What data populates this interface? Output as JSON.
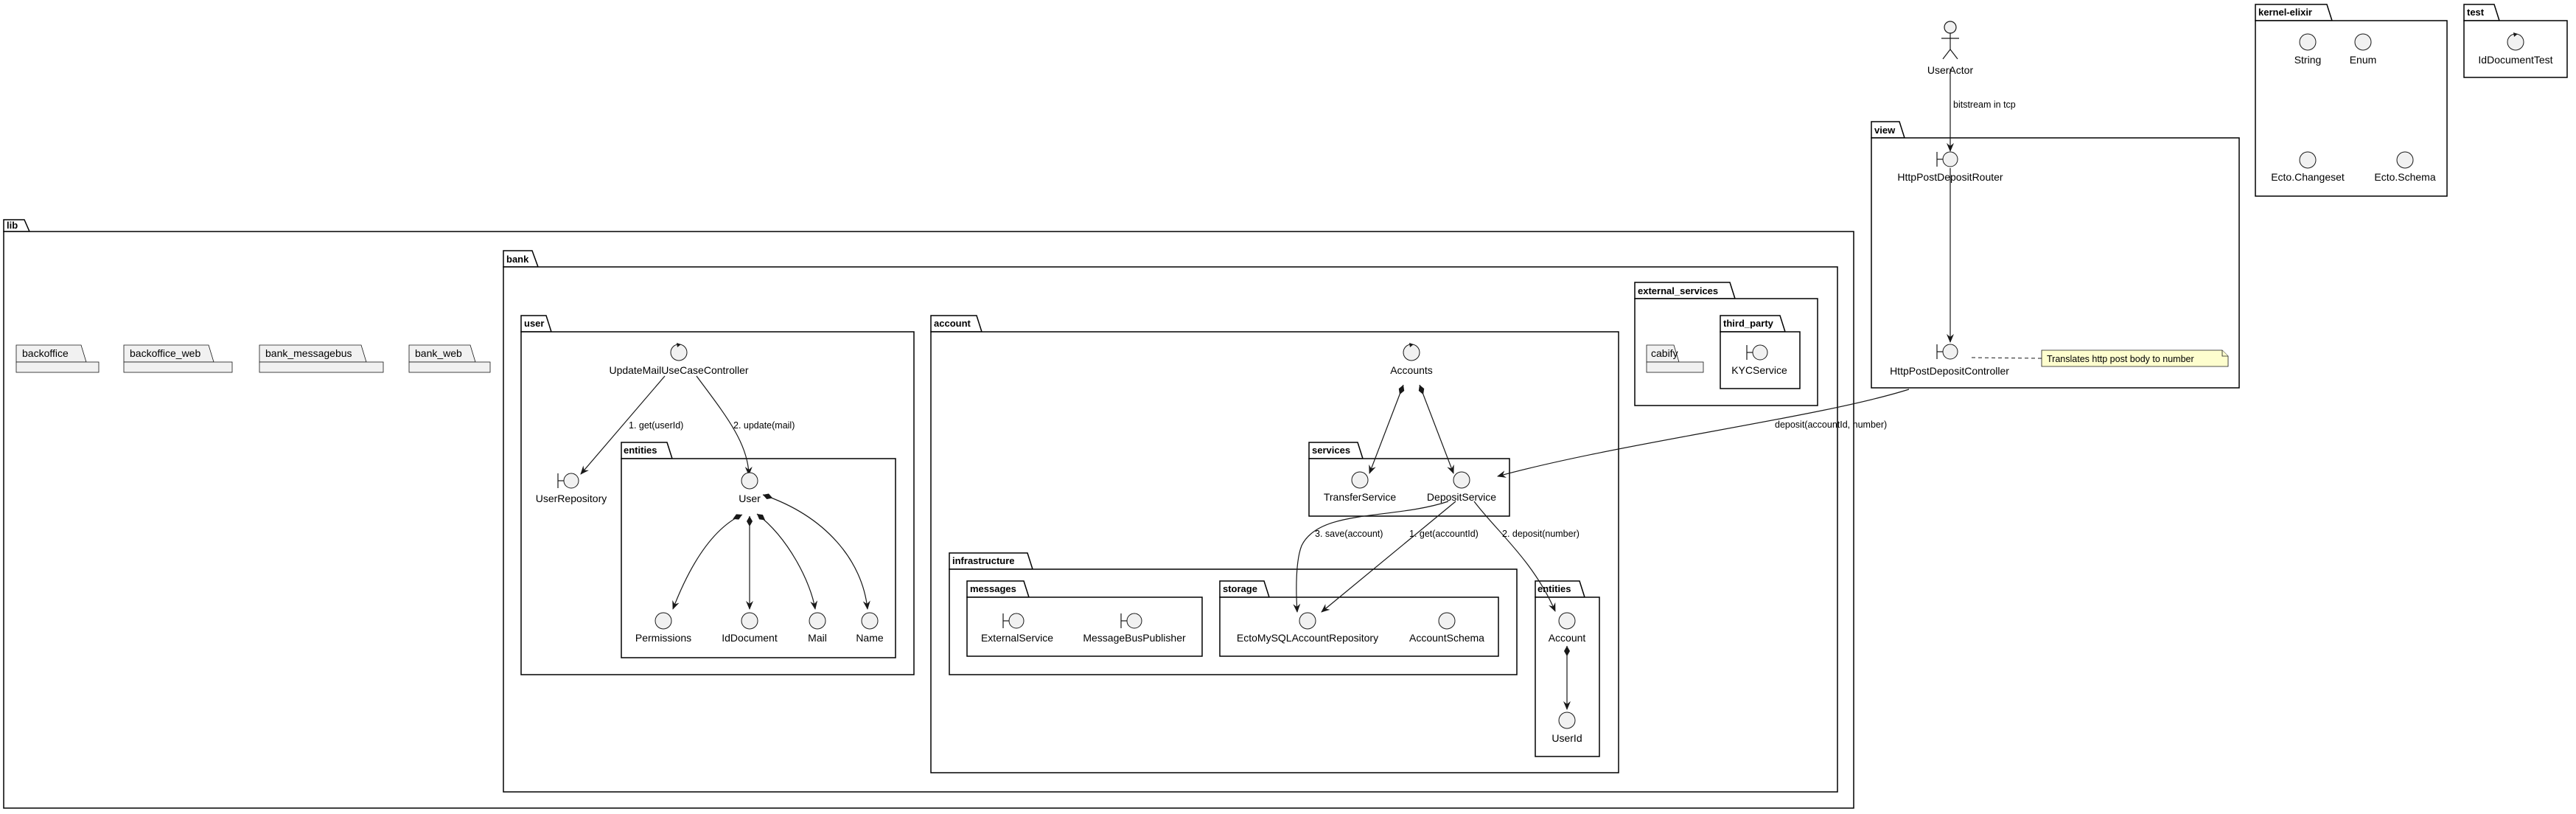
{
  "packages": {
    "lib": "lib",
    "bank": "bank",
    "user": "user",
    "user_entities": "entities",
    "account": "account",
    "services": "services",
    "infrastructure": "infrastructure",
    "messages": "messages",
    "storage": "storage",
    "account_entities": "entities",
    "external_services": "external_services",
    "third_party": "third_party",
    "cabify": "cabify",
    "backoffice": "backoffice",
    "backoffice_web": "backoffice_web",
    "bank_messagebus": "bank_messagebus",
    "bank_web": "bank_web",
    "view": "view",
    "kernel_elixir": "kernel-elixir",
    "test": "test"
  },
  "nodes": {
    "user_actor": "UserActor",
    "http_post_deposit_router": "HttpPostDepositRouter",
    "http_post_deposit_controller": "HttpPostDepositController",
    "string": "String",
    "enum": "Enum",
    "ecto_changeset": "Ecto.Changeset",
    "ecto_schema": "Ecto.Schema",
    "id_document_test": "IdDocumentTest",
    "update_mail_use_case_controller": "UpdateMailUseCaseController",
    "user_repository": "UserRepository",
    "user": "User",
    "permissions": "Permissions",
    "id_document": "IdDocument",
    "mail": "Mail",
    "name": "Name",
    "accounts": "Accounts",
    "transfer_service": "TransferService",
    "deposit_service": "DepositService",
    "external_service": "ExternalService",
    "message_bus_publisher": "MessageBusPublisher",
    "ecto_mysql_account_repository": "EctoMySQLAccountRepository",
    "account_schema": "AccountSchema",
    "account": "Account",
    "user_id": "UserId",
    "kyc_service": "KYCService"
  },
  "edges": {
    "bitstream": "bitstream in tcp",
    "get_user_id": "1. get(userId)",
    "update_mail": "2. update(mail)",
    "deposit_call": "deposit(accountId, number)",
    "save_account": "3. save(account)",
    "get_account_id": "1. get(accountId)",
    "deposit_number": "2. deposit(number)"
  },
  "note": "Translates http post body to number",
  "colors": {
    "node_fill": "#f1f1f1",
    "node_stroke": "#181818",
    "note_fill": "#fefece",
    "background": "#ffffff"
  }
}
